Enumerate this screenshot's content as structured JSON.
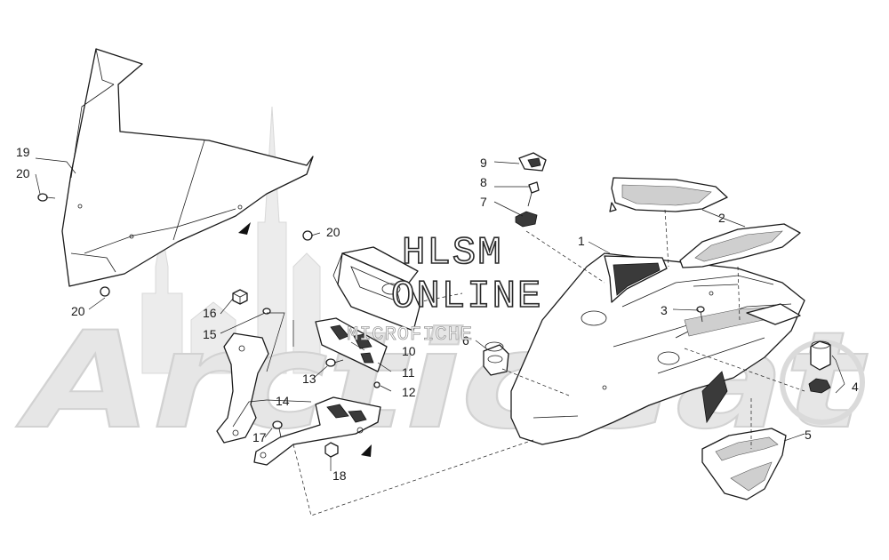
{
  "watermark": {
    "background_text": "ArcticCat",
    "line1": "HLSM",
    "line2": "ONLINE",
    "line3": "MICROFICHE"
  },
  "callouts": {
    "c1": "1",
    "c2": "2",
    "c3": "3",
    "c4": "4",
    "c5": "5",
    "c6": "6",
    "c7": "7",
    "c8": "8",
    "c9": "9",
    "c10": "10",
    "c11": "11",
    "c12": "12",
    "c13": "13",
    "c14": "14",
    "c15": "15",
    "c16": "16",
    "c17": "17",
    "c18": "18",
    "c19": "19",
    "c20a": "20",
    "c20b": "20",
    "c20c": "20"
  }
}
